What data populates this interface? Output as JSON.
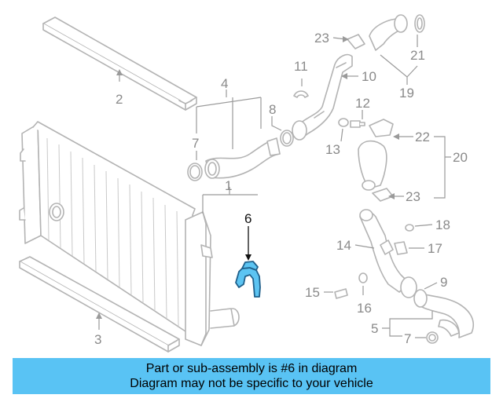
{
  "diagram": {
    "callouts": [
      {
        "id": "c1",
        "label": "1"
      },
      {
        "id": "c2",
        "label": "2"
      },
      {
        "id": "c3",
        "label": "3"
      },
      {
        "id": "c4",
        "label": "4"
      },
      {
        "id": "c5",
        "label": "5"
      },
      {
        "id": "c6",
        "label": "6"
      },
      {
        "id": "c7a",
        "label": "7"
      },
      {
        "id": "c7b",
        "label": "7"
      },
      {
        "id": "c8",
        "label": "8"
      },
      {
        "id": "c9",
        "label": "9"
      },
      {
        "id": "c10",
        "label": "10"
      },
      {
        "id": "c11",
        "label": "11"
      },
      {
        "id": "c12",
        "label": "12"
      },
      {
        "id": "c13",
        "label": "13"
      },
      {
        "id": "c14",
        "label": "14"
      },
      {
        "id": "c15",
        "label": "15"
      },
      {
        "id": "c16",
        "label": "16"
      },
      {
        "id": "c17",
        "label": "17"
      },
      {
        "id": "c18",
        "label": "18"
      },
      {
        "id": "c19",
        "label": "19"
      },
      {
        "id": "c20",
        "label": "20"
      },
      {
        "id": "c21",
        "label": "21"
      },
      {
        "id": "c22",
        "label": "22"
      },
      {
        "id": "c23a",
        "label": "23"
      },
      {
        "id": "c23b",
        "label": "23"
      }
    ],
    "highlighted_part": "6",
    "highlight_color": "#5cc4f2",
    "banner_color": "#59c3f4"
  },
  "banner": {
    "line1": "Part or sub-assembly is #6 in diagram",
    "line2": "Diagram may not be specific to your vehicle"
  }
}
